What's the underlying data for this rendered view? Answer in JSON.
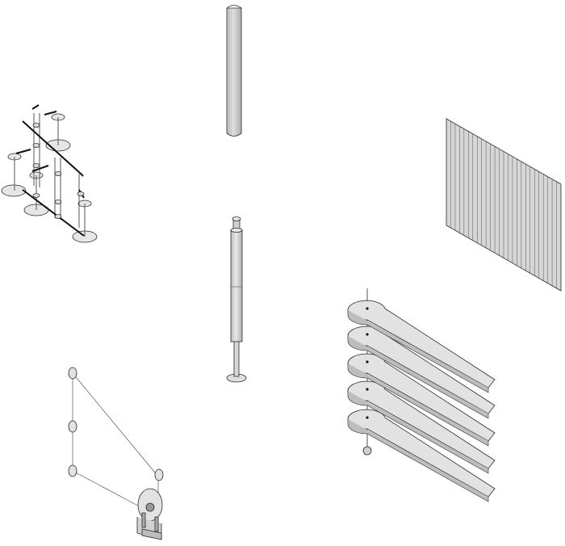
{
  "colors": {
    "background": "#ffffff",
    "outline": "#2a2a2a",
    "fill_light": "#e6e6e6",
    "fill_mid": "#cfcfcf",
    "fill_dark": "#a9a9a9",
    "ink": "#111111"
  },
  "components": [
    {
      "id": "disc-stand-assembly"
    },
    {
      "id": "half-pipe-column"
    },
    {
      "id": "telescopic-pole"
    },
    {
      "id": "ribbed-panel"
    },
    {
      "id": "stacked-curved-shelves"
    },
    {
      "id": "wire-pulley-frame"
    }
  ]
}
